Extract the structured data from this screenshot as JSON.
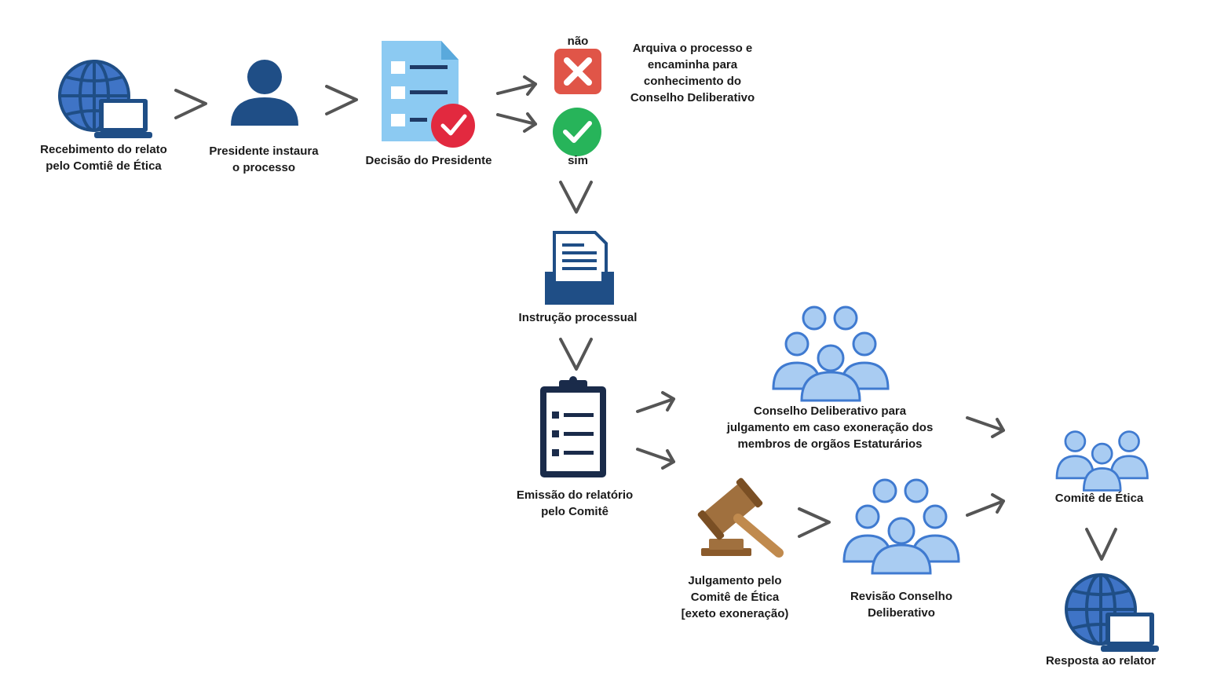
{
  "colors": {
    "navy": "#1f4e86",
    "globe": "#3f74c6",
    "doc_light": "#8ccaf2",
    "people_fill": "#a9ccf2",
    "people_stroke": "#3f7ad0",
    "red": "#e05548",
    "green": "#27b45a",
    "gavel": "#a0703e",
    "arrow": "#555555"
  },
  "nodes": {
    "recebimento": {
      "label_1": "Recebimento do relato",
      "label_2": "pelo Comtiê de Ética",
      "icon": "globe-laptop-icon"
    },
    "presidente": {
      "label_1": "Presidente instaura",
      "label_2": "o processo",
      "icon": "person-icon"
    },
    "decisao": {
      "label_1": "Decisão do Presidente",
      "icon": "checklist-document-icon"
    },
    "nao": {
      "label": "não",
      "icon": "red-x-icon"
    },
    "sim": {
      "label": "sim",
      "icon": "green-check-icon"
    },
    "arquiva": {
      "label_1": "Arquiva o processo e",
      "label_2": "encaminha para",
      "label_3": "conhecimento do",
      "label_4": "Conselho Deliberativo"
    },
    "instrucao": {
      "label_1": "Instrução processual",
      "icon": "folder-document-icon"
    },
    "emissao": {
      "label_1": "Emissão do relatório",
      "label_2": "pelo Comitê",
      "icon": "clipboard-icon"
    },
    "conselho": {
      "label_1": "Conselho Deliberativo para",
      "label_2": "julgamento em caso exoneração dos",
      "label_3": "membros de orgãos Estaturários",
      "icon": "group-icon"
    },
    "julgamento": {
      "label_1": "Julgamento pelo",
      "label_2": "Comitê de Ética",
      "label_3": "[exeto exoneração)",
      "icon": "gavel-icon"
    },
    "revisao": {
      "label_1": "Revisão Conselho",
      "label_2": "Deliberativo",
      "icon": "group-icon"
    },
    "comite": {
      "label_1": "Comitê de Ética",
      "icon": "group-small-icon"
    },
    "resposta": {
      "label_1": "Resposta ao relator",
      "icon": "globe-laptop-icon"
    }
  }
}
